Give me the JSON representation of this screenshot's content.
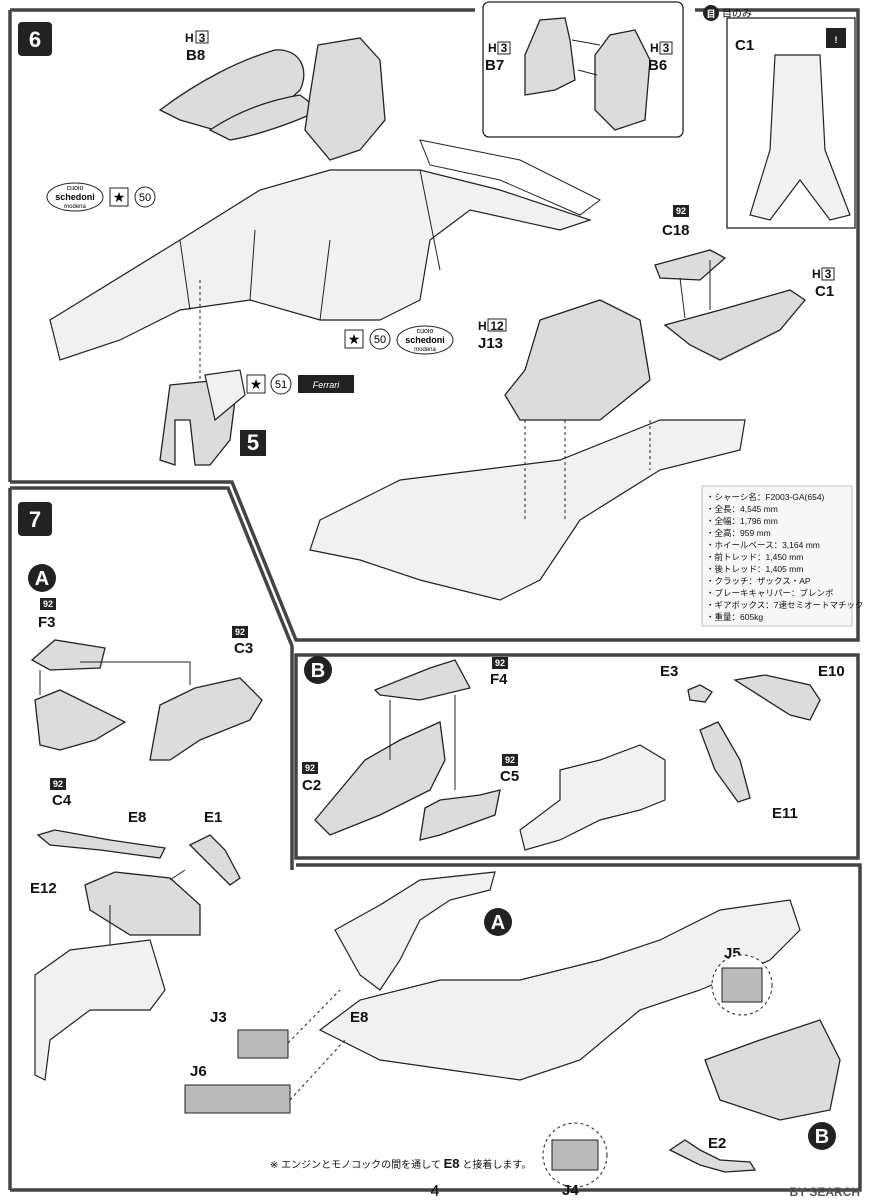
{
  "page": {
    "number": "4",
    "watermark": "BY SEARCH"
  },
  "step6": {
    "number": "6",
    "hint_mark": "目のみ",
    "parts": {
      "B8": {
        "label": "B8",
        "runner": "H",
        "count": "3"
      },
      "B7": {
        "label": "B7",
        "runner": "H",
        "count": "3"
      },
      "B6": {
        "label": "B6",
        "runner": "H",
        "count": "3"
      },
      "C1_top": {
        "label": "C1"
      },
      "C18": {
        "label": "C18",
        "code": "92"
      },
      "C1": {
        "label": "C1",
        "runner": "H",
        "count": "3"
      },
      "J13": {
        "label": "J13",
        "runner": "H",
        "count": "12"
      }
    },
    "decals": {
      "d50a": "50",
      "d50b": "50",
      "d51": "51",
      "sponsor_top": "cuoio",
      "sponsor_mid": "schedoni",
      "sponsor_bot": "modena",
      "ferrari": "Ferrari"
    },
    "sub_step": "5",
    "specs": [
      "・シャーシ名：F2003-GA(654)",
      "・全長：4,545 mm",
      "・全幅：1,796 mm",
      "・全高：959 mm",
      "・ホイールベース：3,164 mm",
      "・前トレッド：1,450 mm",
      "・後トレッド：1,405 mm",
      "・クラッチ：ザックス・AP",
      "・ブレーキキャリパー：ブレンボ",
      "・ギアボックス：7速セミオートマチック",
      "・重量：605kg"
    ]
  },
  "step7": {
    "number": "7",
    "groupA": {
      "letter": "A",
      "F3": {
        "label": "F3",
        "code": "92"
      },
      "C3": {
        "label": "C3",
        "code": "92"
      },
      "C4": {
        "label": "C4",
        "code": "92"
      },
      "E8": {
        "label": "E8"
      },
      "E1": {
        "label": "E1"
      },
      "E12": {
        "label": "E12"
      }
    },
    "groupB": {
      "letter": "B",
      "F4": {
        "label": "F4",
        "code": "92"
      },
      "C2": {
        "label": "C2",
        "code": "92"
      },
      "C5": {
        "label": "C5",
        "code": "92"
      },
      "E3": {
        "label": "E3"
      },
      "E10": {
        "label": "E10"
      },
      "E11": {
        "label": "E11"
      }
    },
    "final": {
      "A": "A",
      "B": "B",
      "J5": "J5",
      "J3": "J3",
      "J6": "J6",
      "E8": "E8",
      "E2": "E2",
      "J4": "J4",
      "note_prefix": "※ エンジンとモノコックの間を通して",
      "note_part": "E8",
      "note_suffix": "と接着します。"
    }
  }
}
